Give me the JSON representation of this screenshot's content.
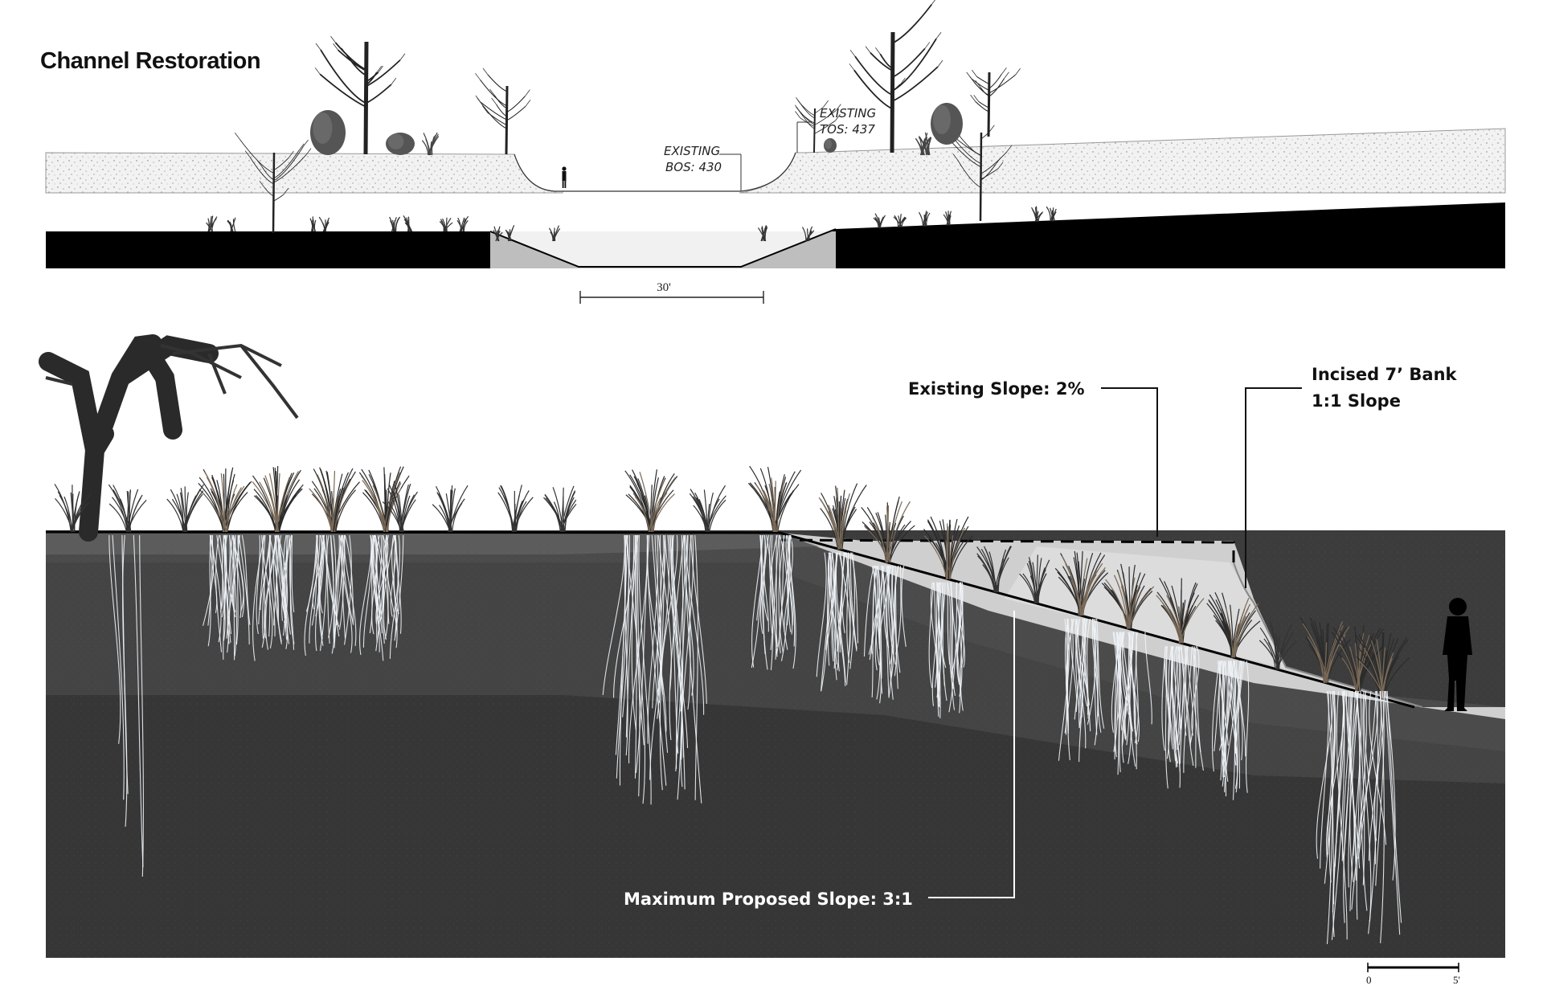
{
  "title": "Channel Restoration",
  "upper_section": {
    "bos_label": [
      "EXISTING",
      "BOS: 430"
    ],
    "tos_label": [
      "EXISTING",
      "TOS: 437"
    ],
    "channel_width": "30'"
  },
  "lower_section": {
    "existing_slope": "Existing Slope: 2%",
    "incised_bank": [
      "Incised 7’ Bank",
      "1:1 Slope"
    ],
    "proposed_slope": "Maximum Proposed Slope: 3:1"
  },
  "scale_bar": {
    "start": "0",
    "end": "5'"
  },
  "colors": {
    "ground_dark": "#000000",
    "soil_light": "#e6e6e6",
    "soil_deep": "#3c3c3c",
    "soil_mid": "#4c4c4c",
    "bank_fill": "#cfcfcf",
    "label_white": "#ffffff",
    "leader_line": "#111111"
  },
  "icons": [
    "tree-icon",
    "shrub-icon",
    "grass-clump-icon",
    "person-silhouette-icon",
    "root-system-icon"
  ]
}
